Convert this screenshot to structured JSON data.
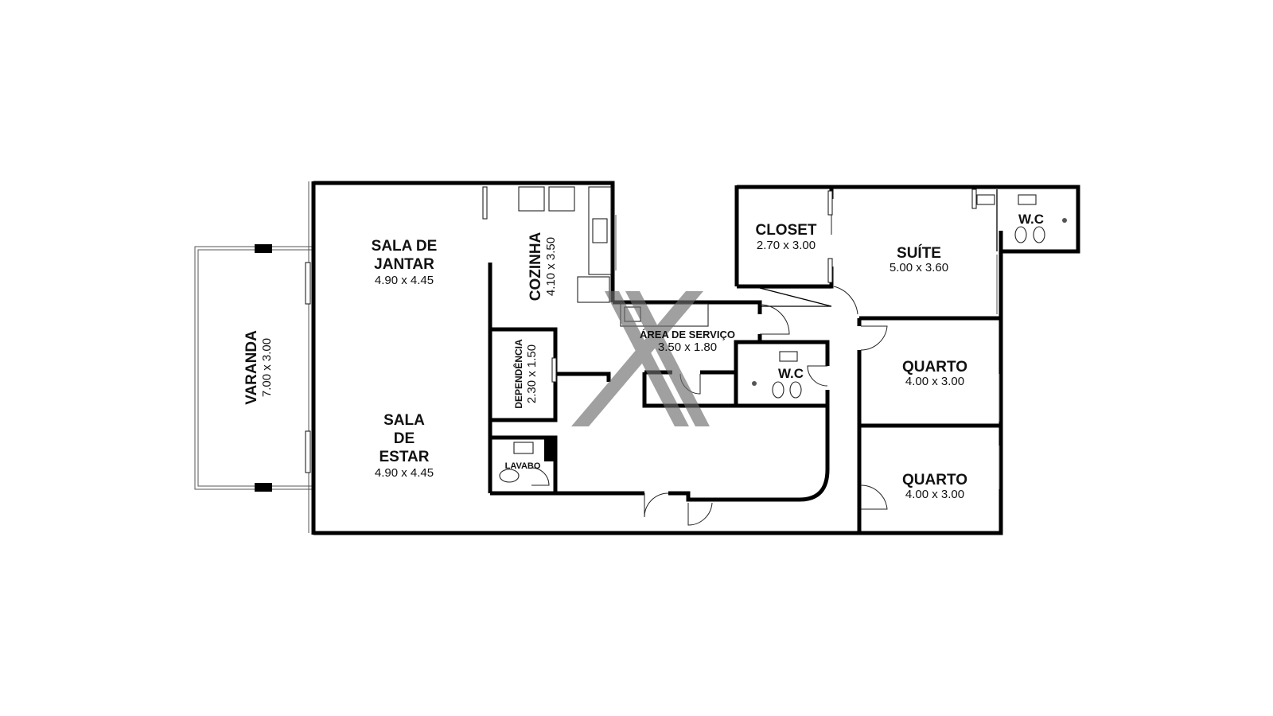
{
  "rooms": {
    "varanda": {
      "name": "VARANDA",
      "dims": "7.00 x 3.00"
    },
    "sala_jantar": {
      "name_line1": "SALA DE",
      "name_line2": "JANTAR",
      "dims": "4.90 x 4.45"
    },
    "sala_estar": {
      "name_line1": "SALA",
      "name_line2": "DE",
      "name_line3": "ESTAR",
      "dims": "4.90 x 4.45"
    },
    "cozinha": {
      "name": "COZINHA",
      "dims": "4.10 x 3.50"
    },
    "dependencia": {
      "name": "DEPENDÊNCIA",
      "dims": "2.30 x 1.50"
    },
    "lavabo": {
      "name": "LAVABO"
    },
    "area_servico": {
      "name": "ÁREA DE SERVIÇO",
      "dims": "3.50 x 1.80"
    },
    "wc_service": {
      "name": "W.C"
    },
    "closet": {
      "name": "CLOSET",
      "dims": "2.70 x 3.00"
    },
    "suite": {
      "name": "SUÍTE",
      "dims": "5.00 x 3.60"
    },
    "wc_suite": {
      "name": "W.C"
    },
    "quarto1": {
      "name": "QUARTO",
      "dims": "4.00 x 3.00"
    },
    "quarto2": {
      "name": "QUARTO",
      "dims": "4.00 x 3.00"
    }
  },
  "logo": {
    "icon": "x-logo-icon",
    "color": "#6e6e6e"
  }
}
